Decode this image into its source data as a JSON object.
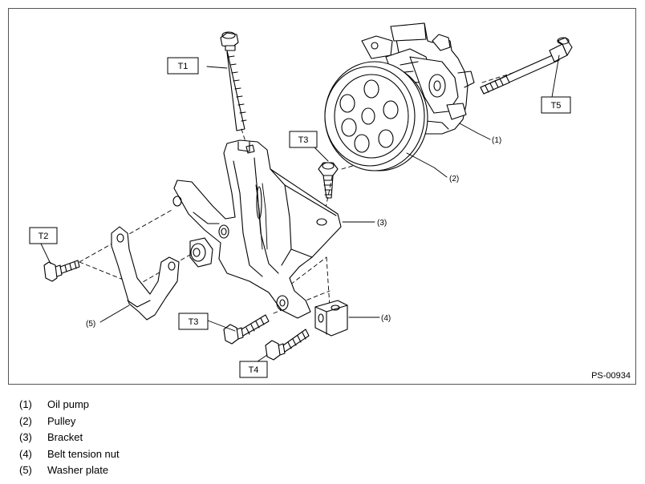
{
  "diagram": {
    "reference_code": "PS-00934",
    "torque_labels": {
      "t1": "T1",
      "t2": "T2",
      "t3_upper": "T3",
      "t3_lower": "T3",
      "t4": "T4",
      "t5": "T5"
    },
    "part_callouts": {
      "p1": "(1)",
      "p2": "(2)",
      "p3": "(3)",
      "p4": "(4)",
      "p5": "(5)"
    }
  },
  "legend": {
    "items": [
      {
        "number": "(1)",
        "name": "Oil pump"
      },
      {
        "number": "(2)",
        "name": "Pulley"
      },
      {
        "number": "(3)",
        "name": "Bracket"
      },
      {
        "number": "(4)",
        "name": "Belt tension nut"
      },
      {
        "number": "(5)",
        "name": "Washer plate"
      }
    ]
  }
}
